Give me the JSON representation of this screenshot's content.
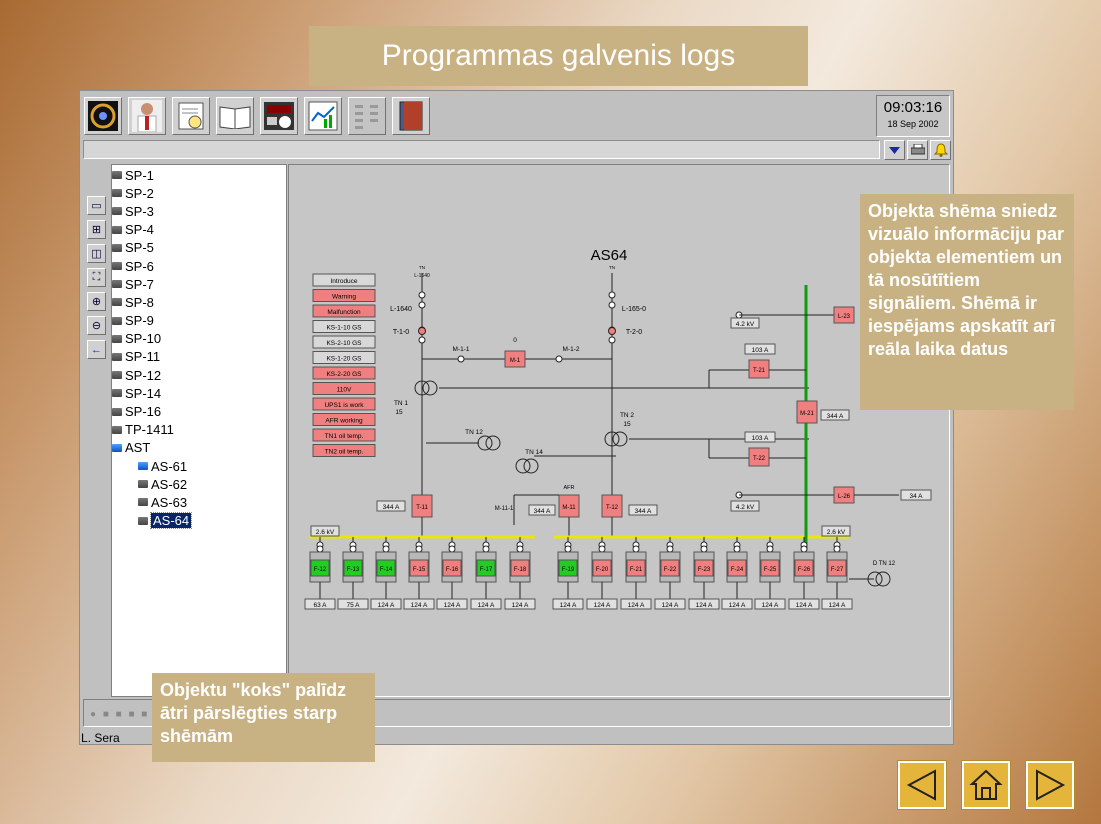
{
  "slide": {
    "title": "Programmas galvenis logs"
  },
  "window": {
    "clock_time": "09:03:16",
    "clock_date": "18 Sep 2002",
    "status_user": "L. Sera"
  },
  "toolbar": {
    "buttons": [
      "logo-icon",
      "operator-photo-icon",
      "clipboard-clock-icon",
      "open-book-icon",
      "measurement-panel-icon",
      "chart-icon",
      "signal-list-icon",
      "binder-icon"
    ]
  },
  "tree": {
    "items": [
      {
        "label": "SP-1"
      },
      {
        "label": "SP-2"
      },
      {
        "label": "SP-3"
      },
      {
        "label": "SP-4"
      },
      {
        "label": "SP-5"
      },
      {
        "label": "SP-6"
      },
      {
        "label": "SP-7"
      },
      {
        "label": "SP-8"
      },
      {
        "label": "SP-9"
      },
      {
        "label": "SP-10"
      },
      {
        "label": "SP-11"
      },
      {
        "label": "SP-12"
      },
      {
        "label": "SP-14"
      },
      {
        "label": "SP-16"
      },
      {
        "label": "TP-1411"
      },
      {
        "label": "AST"
      },
      {
        "label": "AS-61"
      },
      {
        "label": "AS-62"
      },
      {
        "label": "AS-63"
      },
      {
        "label": "AS-64"
      }
    ]
  },
  "diagram": {
    "title": "AS64",
    "status_list": [
      "Introduce",
      "Warning",
      "Malfunction",
      "KS-1-10 GS",
      "KS-2-10 GS",
      "KS-1-20 GS",
      "KS-2-20 GS",
      "110V",
      "UPS1 is work",
      "AFR working",
      "TN1 oil temp.",
      "TN2 oil temp."
    ],
    "labels": {
      "l1640": "L-1640",
      "l1650": "L-165-0",
      "t10": "T-1-0",
      "t20": "T-2-0",
      "m11": "M-1-1",
      "m12": "M-1-2",
      "m1": "M-1",
      "m1_value": "0",
      "tn1": "TN 1",
      "tn1_ratio": "15",
      "tn2": "TN 2",
      "tn2_ratio": "15",
      "tn12": "TN 12",
      "tn14": "TN 14",
      "afr": "AFR",
      "t11": "T-11",
      "t12": "T-12",
      "m11b": "M-11",
      "m111": "M-11-1",
      "t11_current": "344 A",
      "m11_current": "344 A",
      "t12_current": "344 A",
      "bus1_voltage": "2.6 kV",
      "bus2_voltage": "2.6 kV",
      "l23": "L-23",
      "l26": "L-26",
      "t21": "T-21",
      "t22": "T-22",
      "m21": "M-21",
      "t21_current": "103 A",
      "t22_current": "103 A",
      "m21_current": "344 A",
      "l26_current": "34 A",
      "sp21_voltage": "4.2 kV",
      "sp22_voltage": "4.2 kV",
      "dtn12": "D TN 12",
      "feeders": [
        "F-12",
        "F-13",
        "F-14",
        "F-15",
        "F-16",
        "F-17",
        "F-18",
        "F-19",
        "F-20",
        "F-21",
        "F-22",
        "F-23",
        "F-24",
        "F-25",
        "F-26",
        "F-27"
      ],
      "feeder_currents": [
        "63 A",
        "75 A",
        "124 A",
        "124 A",
        "124 A",
        "124 A",
        "124 A",
        "124 A",
        "124 A",
        "124 A",
        "124 A",
        "124 A",
        "124 A",
        "124 A",
        "124 A",
        "124 A"
      ]
    }
  },
  "callouts": {
    "diagram_note": "Objekta shēma sniedz vizuālo informāciju par objekta elementiem un tā nosūtītiem signāliem. Shēmā ir iespējams apskatīt arī reāla laika datus",
    "tree_note": "Objektu \"koks\" palīdz ātri pārslēgties starp shēmām"
  },
  "colors": {
    "accent_tan": "#c8b284",
    "alarm_red": "#f08080",
    "ok_green": "#22cc22",
    "bus_yellow": "#e8e800",
    "bus_green": "#119911",
    "nav_gold": "#e5b43a"
  }
}
